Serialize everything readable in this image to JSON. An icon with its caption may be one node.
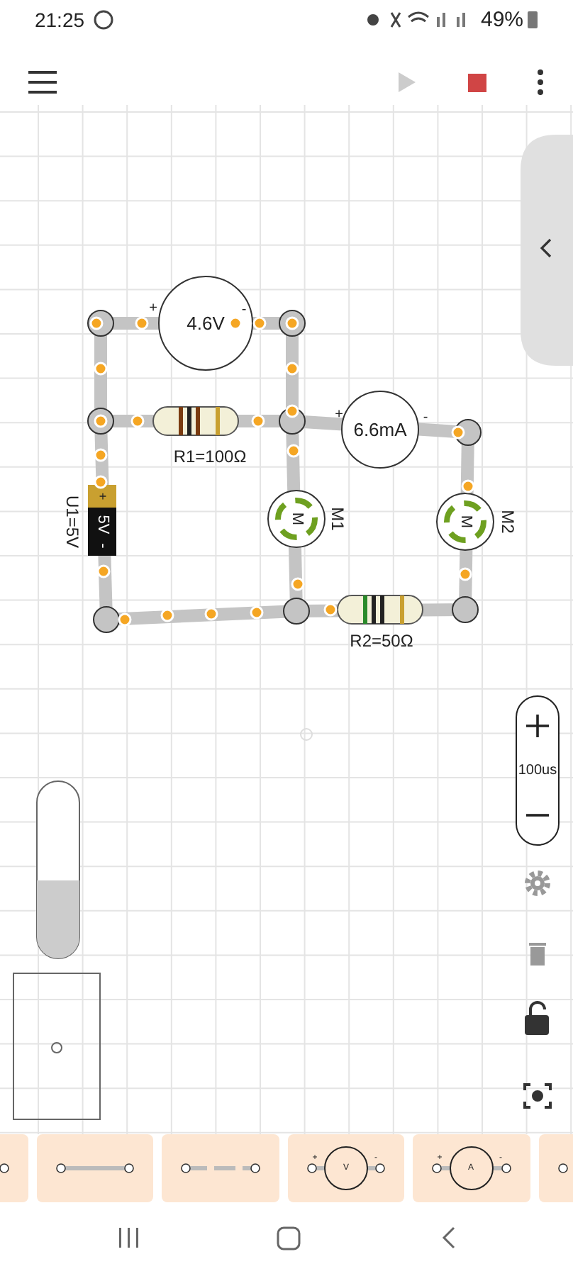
{
  "diagram": {
    "labels": [
      "21:25",
      "49%",
      "+",
      "4.6V",
      "-",
      "R1=100Ω",
      "+",
      "6.6mA",
      "-",
      "U1=5V",
      "+",
      "5V",
      "-",
      "M",
      "M1",
      "M",
      "M2",
      "R2=50Ω",
      "100us",
      "+",
      "V",
      "-",
      "+",
      "A",
      "-"
    ]
  }
}
